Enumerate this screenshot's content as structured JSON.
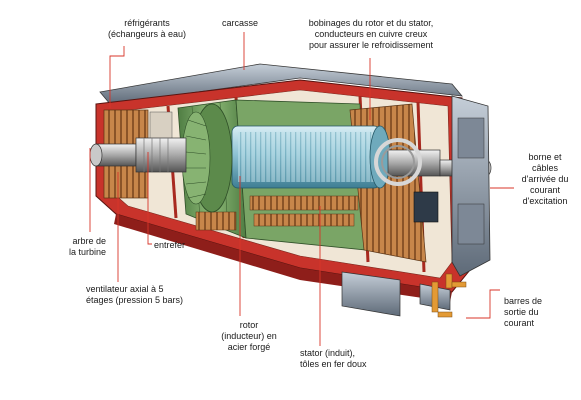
{
  "labels": {
    "refrigerants": "réfrigérants\n(échangeurs à eau)",
    "carcasse": "carcasse",
    "bobinages": "bobinages du rotor et du stator,\nconducteurs en cuivre creux\npour assurer le refroidissement",
    "borne": "borne et\ncâbles\nd'arrivée du\ncourant\nd'excitation",
    "arbre": "arbre de\nla turbine",
    "entrefer": "entrefer",
    "ventilateur": "ventilateur axial à 5\nétages (pression 5 bars)",
    "rotor": "rotor\n(inducteur) en\nacier forgé",
    "stator": "stator (induit),\ntôles en fer doux",
    "barres": "barres de\nsortie du\ncourant"
  },
  "colors": {
    "frame_red": "#c8332b",
    "frame_dark": "#8e1e1a",
    "stator_green": "#6f9a5c",
    "rotor_blue": "#8fc3d4",
    "copper": "#c7864a",
    "casing_grey": "#8c98a6",
    "leader": "#d8352a",
    "accent_orange": "#e39a35"
  }
}
